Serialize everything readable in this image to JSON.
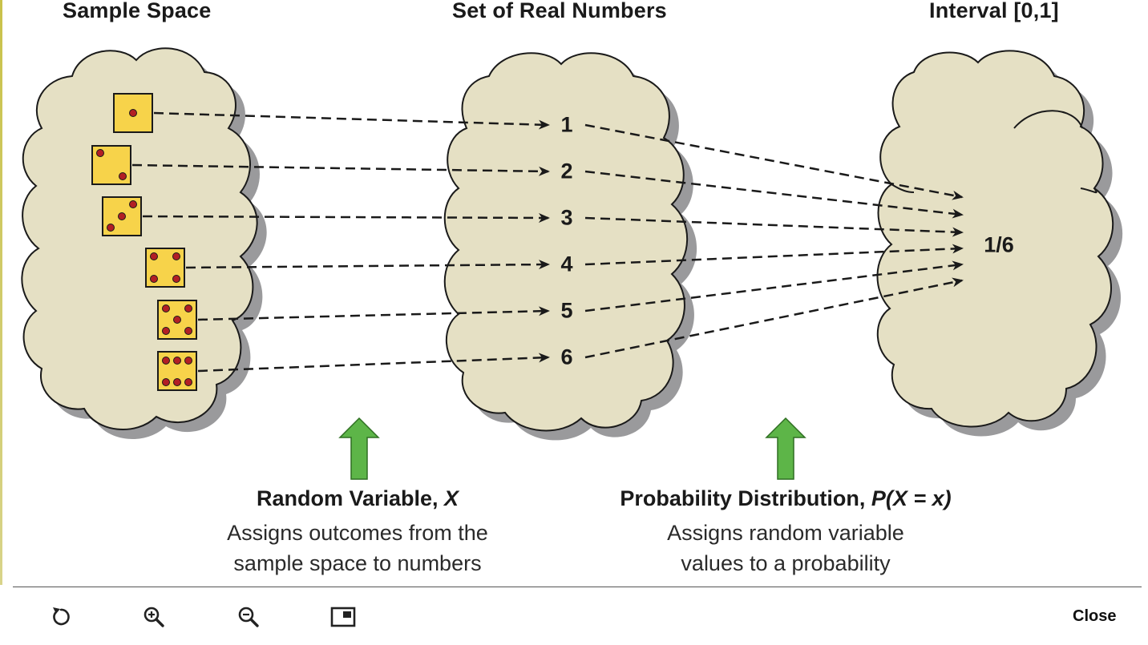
{
  "titles": {
    "sample_space": "Sample Space",
    "real_numbers": "Set of Real Numbers",
    "interval": "Interval [0,1]"
  },
  "numbers": [
    "1",
    "2",
    "3",
    "4",
    "5",
    "6"
  ],
  "probability_value": "1/6",
  "random_variable": {
    "heading_text": "Random Variable, ",
    "heading_symbol": "X",
    "line1": "Assigns outcomes from the",
    "line2": "sample space to numbers"
  },
  "probability_distribution": {
    "heading_text": "Probability Distribution, ",
    "heading_symbol": "P(X = x)",
    "line1": "Assigns random variable",
    "line2": "values to a probability"
  },
  "toolbar": {
    "reset_icon": "reset-icon",
    "zoom_in_icon": "zoom-in-icon",
    "zoom_out_icon": "zoom-out-icon",
    "fit_icon": "fit-window-icon",
    "close_label": "Close"
  },
  "colors": {
    "cloud_fill": "#e5e0c4",
    "cloud_shadow": "#9a9a9c",
    "die_fill": "#f7d34a",
    "pip": "#b21f24",
    "arrow_up": "#5db548"
  }
}
